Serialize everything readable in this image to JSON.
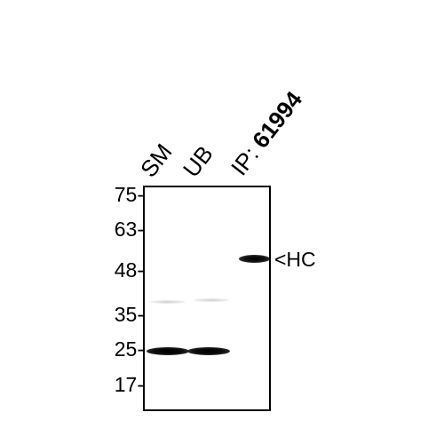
{
  "lanes": [
    {
      "label": "SM"
    },
    {
      "label": "UB"
    },
    {
      "label_prefix": "IP: ",
      "label_bold": "61994"
    }
  ],
  "markers": [
    "75-",
    "63-",
    "48-",
    "35-",
    "25-",
    "17-"
  ],
  "bands": {
    "hc_label": "<HC"
  },
  "colors": {
    "background": "#ffffff",
    "band": "#000000",
    "frame": "#000000"
  }
}
